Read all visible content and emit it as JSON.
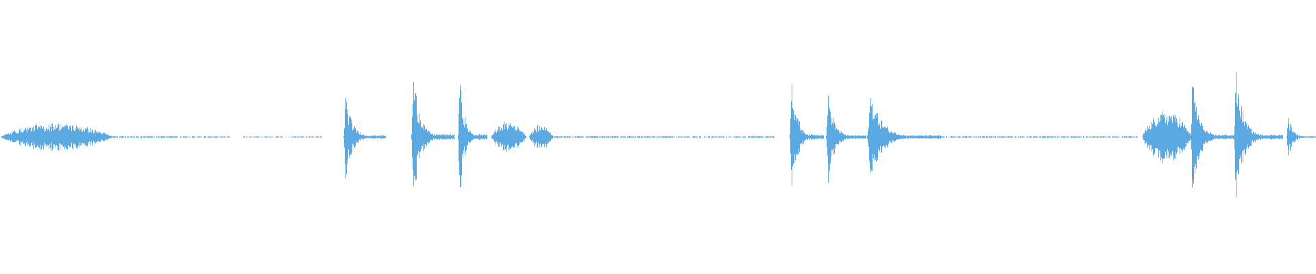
{
  "waveform": {
    "color": "#5aa9e3",
    "background": "#ffffff",
    "segments": [
      {
        "start": 0.0,
        "end": 0.085,
        "peak": 0.1,
        "shape": "swell"
      },
      {
        "start": 0.261,
        "end": 0.293,
        "peak": 0.33,
        "shape": "burst"
      },
      {
        "start": 0.313,
        "end": 0.345,
        "peak": 0.5,
        "shape": "burst"
      },
      {
        "start": 0.348,
        "end": 0.37,
        "peak": 0.51,
        "shape": "burst"
      },
      {
        "start": 0.373,
        "end": 0.4,
        "peak": 0.11,
        "shape": "swell"
      },
      {
        "start": 0.402,
        "end": 0.42,
        "peak": 0.09,
        "shape": "swell"
      },
      {
        "start": 0.6,
        "end": 0.626,
        "peak": 0.51,
        "shape": "burst"
      },
      {
        "start": 0.628,
        "end": 0.658,
        "peak": 0.35,
        "shape": "burst"
      },
      {
        "start": 0.659,
        "end": 0.715,
        "peak": 0.33,
        "shape": "burst"
      },
      {
        "start": 0.868,
        "end": 0.905,
        "peak": 0.19,
        "shape": "swell"
      },
      {
        "start": 0.905,
        "end": 0.937,
        "peak": 0.44,
        "shape": "burst"
      },
      {
        "start": 0.938,
        "end": 0.975,
        "peak": 0.46,
        "shape": "burst"
      },
      {
        "start": 0.978,
        "end": 1.0,
        "peak": 0.16,
        "shape": "burst"
      }
    ],
    "quiet": [
      {
        "start": 0.085,
        "end": 0.175,
        "level": 0.004
      },
      {
        "start": 0.185,
        "end": 0.245,
        "level": 0.003
      },
      {
        "start": 0.42,
        "end": 0.59,
        "level": 0.004
      },
      {
        "start": 0.715,
        "end": 0.865,
        "level": 0.004
      }
    ]
  }
}
